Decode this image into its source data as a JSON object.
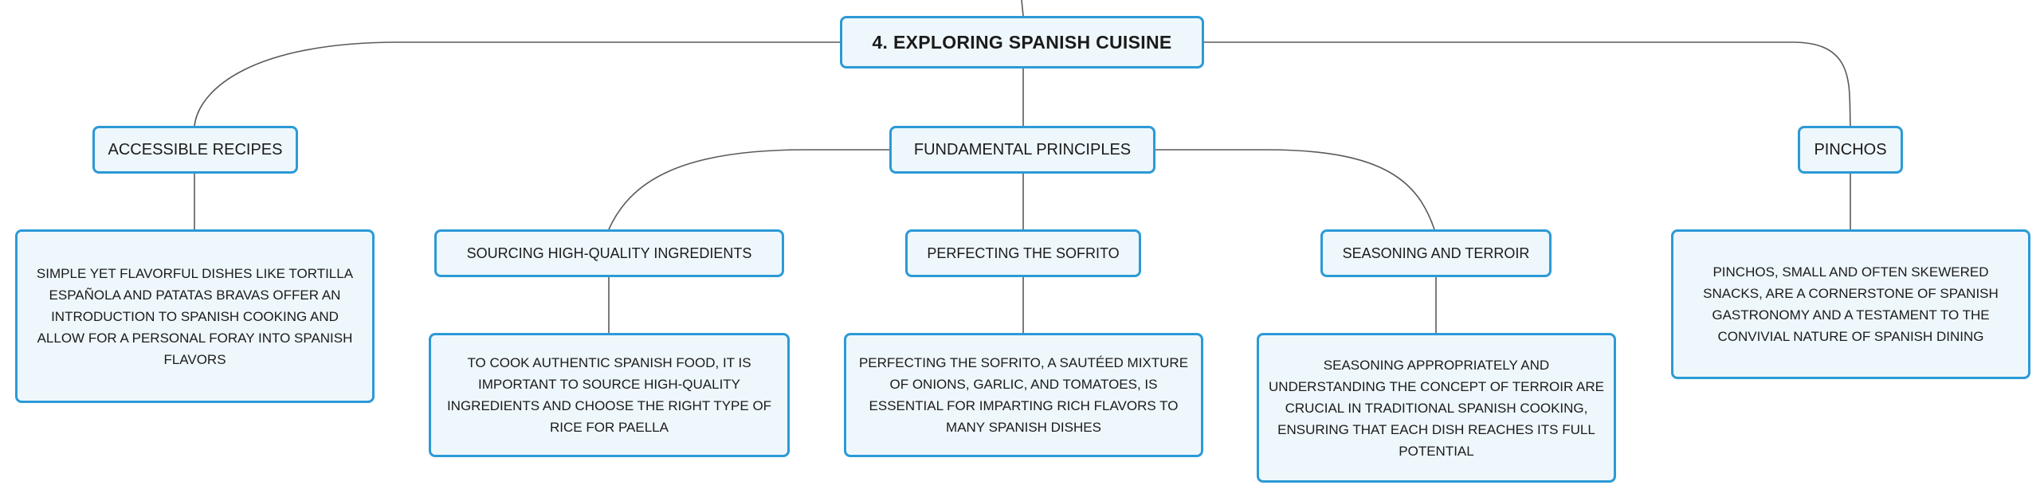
{
  "root": {
    "label": "4. EXPLORING SPANISH CUISINE"
  },
  "branches": {
    "accessible": {
      "label": "ACCESSIBLE RECIPES",
      "detail": "SIMPLE YET FLAVORFUL DISHES LIKE TORTILLA ESPAÑOLA AND PATATAS BRAVAS OFFER AN INTRODUCTION TO SPANISH COOKING AND ALLOW FOR A PERSONAL FORAY INTO SPANISH FLAVORS"
    },
    "fundamentals": {
      "label": "FUNDAMENTAL PRINCIPLES",
      "sourcing": {
        "label": "SOURCING HIGH-QUALITY INGREDIENTS",
        "detail": "TO COOK AUTHENTIC SPANISH FOOD, IT IS IMPORTANT TO SOURCE HIGH-QUALITY INGREDIENTS AND CHOOSE THE RIGHT TYPE OF RICE FOR PAELLA"
      },
      "sofrito": {
        "label": "PERFECTING THE SOFRITO",
        "detail": "PERFECTING THE SOFRITO, A SAUTÉED MIXTURE OF ONIONS, GARLIC, AND TOMATOES, IS ESSENTIAL FOR IMPARTING RICH FLAVORS TO MANY SPANISH DISHES"
      },
      "seasoning": {
        "label": "SEASONING AND TERROIR",
        "detail": "SEASONING APPROPRIATELY AND UNDERSTANDING THE CONCEPT OF TERROIR ARE CRUCIAL IN TRADITIONAL SPANISH COOKING, ENSURING THAT EACH DISH REACHES ITS FULL POTENTIAL"
      }
    },
    "pinchos": {
      "label": "PINCHOS",
      "detail": "PINCHOS, SMALL AND OFTEN SKEWERED SNACKS, ARE A CORNERSTONE OF SPANISH GASTRONOMY AND A TESTAMENT TO THE CONVIVIAL NATURE OF SPANISH DINING"
    }
  },
  "colors": {
    "node_border": "#2c9ad6",
    "node_fill": "#eef7fc",
    "connector": "#5a5a5a",
    "text": "#1b1b1b"
  }
}
